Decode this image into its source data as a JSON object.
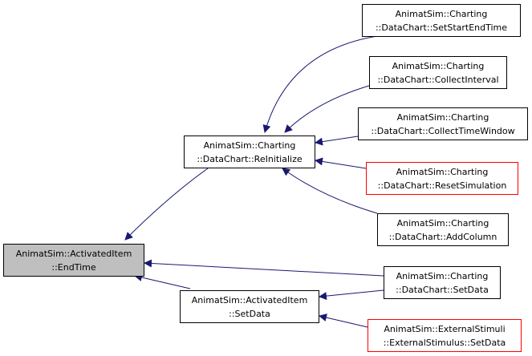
{
  "colors": {
    "edge": "#191970",
    "border_normal": "#000000",
    "border_undocumented": "#ff0000",
    "root_fill": "#bfbfbf"
  },
  "nodes": {
    "end_time": {
      "line1": "AnimatSim::ActivatedItem",
      "line2": "::EndTime"
    },
    "reinitialize": {
      "line1": "AnimatSim::Charting",
      "line2": "::DataChart::ReInitialize"
    },
    "activated_setdata": {
      "line1": "AnimatSim::ActivatedItem",
      "line2": "::SetData"
    },
    "set_start_end_time": {
      "line1": "AnimatSim::Charting",
      "line2": "::DataChart::SetStartEndTime"
    },
    "collect_interval": {
      "line1": "AnimatSim::Charting",
      "line2": "::DataChart::CollectInterval"
    },
    "collect_time_window": {
      "line1": "AnimatSim::Charting",
      "line2": "::DataChart::CollectTimeWindow"
    },
    "reset_simulation": {
      "line1": "AnimatSim::Charting",
      "line2": "::DataChart::ResetSimulation"
    },
    "add_column": {
      "line1": "AnimatSim::Charting",
      "line2": "::DataChart::AddColumn"
    },
    "chart_setdata": {
      "line1": "AnimatSim::Charting",
      "line2": "::DataChart::SetData"
    },
    "stimulus_setdata": {
      "line1": "AnimatSim::ExternalStimuli",
      "line2": "::ExternalStimulus::SetData"
    }
  }
}
